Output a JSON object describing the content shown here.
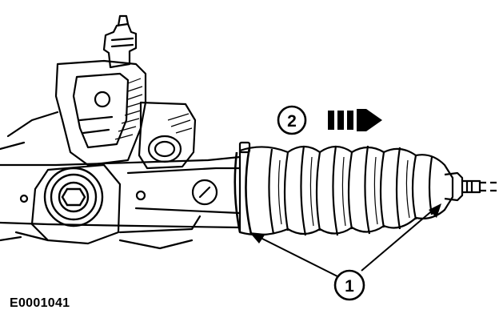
{
  "figure": {
    "id_label": "E0001041",
    "subject": "steering-gear-assembly-with-boot",
    "line_color": "#000000",
    "background": "#ffffff"
  },
  "callouts": [
    {
      "number": "1",
      "target": "boot-clamps"
    },
    {
      "number": "2",
      "target": "direction-arrow"
    }
  ],
  "direction_arrow": {
    "icon": "triple-bar-right-arrow",
    "pointing": "right"
  }
}
